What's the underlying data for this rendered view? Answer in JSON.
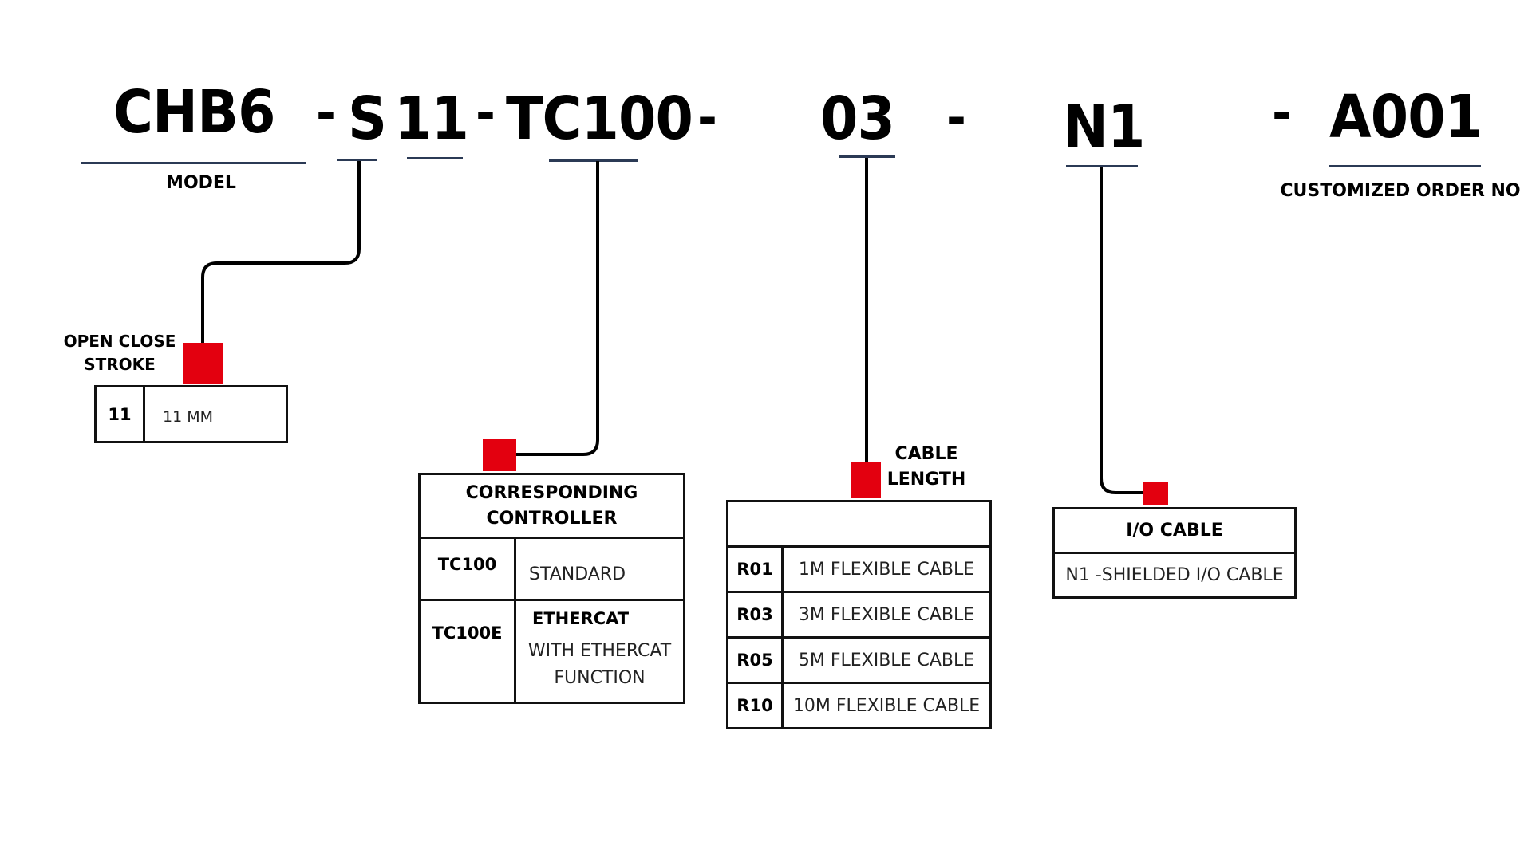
{
  "part_number": {
    "model": "CHB6",
    "stroke_prefix": "S",
    "stroke": "11",
    "controller": "TC100",
    "cable_length": "03",
    "io_cable": "N1",
    "order_no": "A001",
    "separator": "-"
  },
  "labels": {
    "model": "MODEL",
    "customized_order": "CUSTOMIZED ORDER NO",
    "open_close_stroke_line1": "OPEN CLOSE",
    "open_close_stroke_line2": "STROKE",
    "cable_length_line1": "CABLE",
    "cable_length_line2": "LENGTH"
  },
  "stroke_table": {
    "rows": [
      {
        "code": "11",
        "desc": "11 MM"
      }
    ]
  },
  "controller_table": {
    "header_line1": "CORRESPONDING",
    "header_line2": "CONTROLLER",
    "rows": [
      {
        "code": "TC100",
        "desc": "STANDARD"
      },
      {
        "code": "TC100E",
        "desc_title": "ETHERCAT",
        "desc_line1": "WITH ETHERCAT",
        "desc_line2": "FUNCTION"
      }
    ]
  },
  "cable_table": {
    "header": "",
    "rows": [
      {
        "code": "R01",
        "desc": "1M FLEXIBLE CABLE"
      },
      {
        "code": "R03",
        "desc": "3M FLEXIBLE CABLE"
      },
      {
        "code": "R05",
        "desc": "5M FLEXIBLE CABLE"
      },
      {
        "code": "R10",
        "desc": "10M FLEXIBLE CABLE"
      }
    ]
  },
  "io_table": {
    "header": "I/O CABLE",
    "rows": [
      {
        "desc": "N1 -SHIELDED I/O CABLE"
      }
    ]
  },
  "colors": {
    "marker": "#e3000f",
    "underline": "#2b3a55",
    "line": "#000000"
  }
}
